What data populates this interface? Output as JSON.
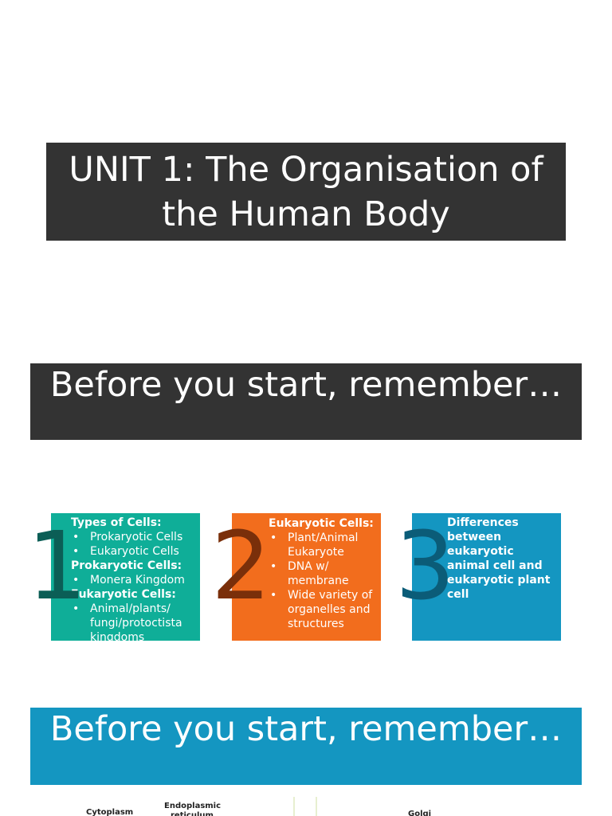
{
  "title": "UNIT 1: The Organisation of the Human Body",
  "reminder_1": "Before you start, remember…",
  "cards": [
    {
      "number": "1",
      "sections": [
        {
          "heading": "Types of Cells:",
          "items": [
            "Prokaryotic Cells",
            "Eukaryotic Cells"
          ]
        },
        {
          "heading": "Prokaryotic Cells:",
          "items": [
            "Monera Kingdom"
          ]
        },
        {
          "heading": "Eukaryotic Cells:",
          "items": [
            "Animal/plants/ fungi/protoctista kingdoms"
          ]
        }
      ]
    },
    {
      "number": "2",
      "heading": "Eukaryotic Cells:",
      "items": [
        "Plant/Animal Eukaryote",
        "DNA w/ membrane",
        "Wide variety of organelles and structures"
      ]
    },
    {
      "number": "3",
      "text": "Differences between eukaryotic animal cell and eukaryotic plant cell"
    }
  ],
  "reminder_2": "Before you start, remember…",
  "figure_labels": [
    "Cytoplasm",
    "Endoplasmic",
    "reticulum",
    "Golgi"
  ],
  "colors": {
    "dark_banner": "#333333",
    "blue": "#1496c1",
    "teal": "#0fae98",
    "orange": "#f26d1d"
  }
}
